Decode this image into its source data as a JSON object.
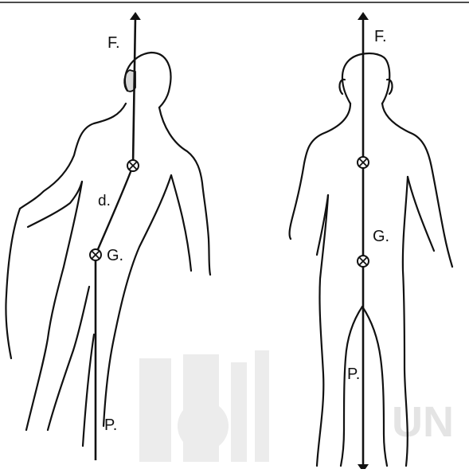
{
  "figure": {
    "left_panel": {
      "labels": {
        "force": "F.",
        "distance": "d.",
        "gravity": "G.",
        "pressure": "P."
      }
    },
    "right_panel": {
      "labels": {
        "force": "F.",
        "gravity": "G.",
        "pressure": "P."
      }
    },
    "watermark": {
      "text": "UN"
    },
    "colors": {
      "ink": "#111111",
      "watermark": "#ececec",
      "background": "#ffffff"
    }
  }
}
